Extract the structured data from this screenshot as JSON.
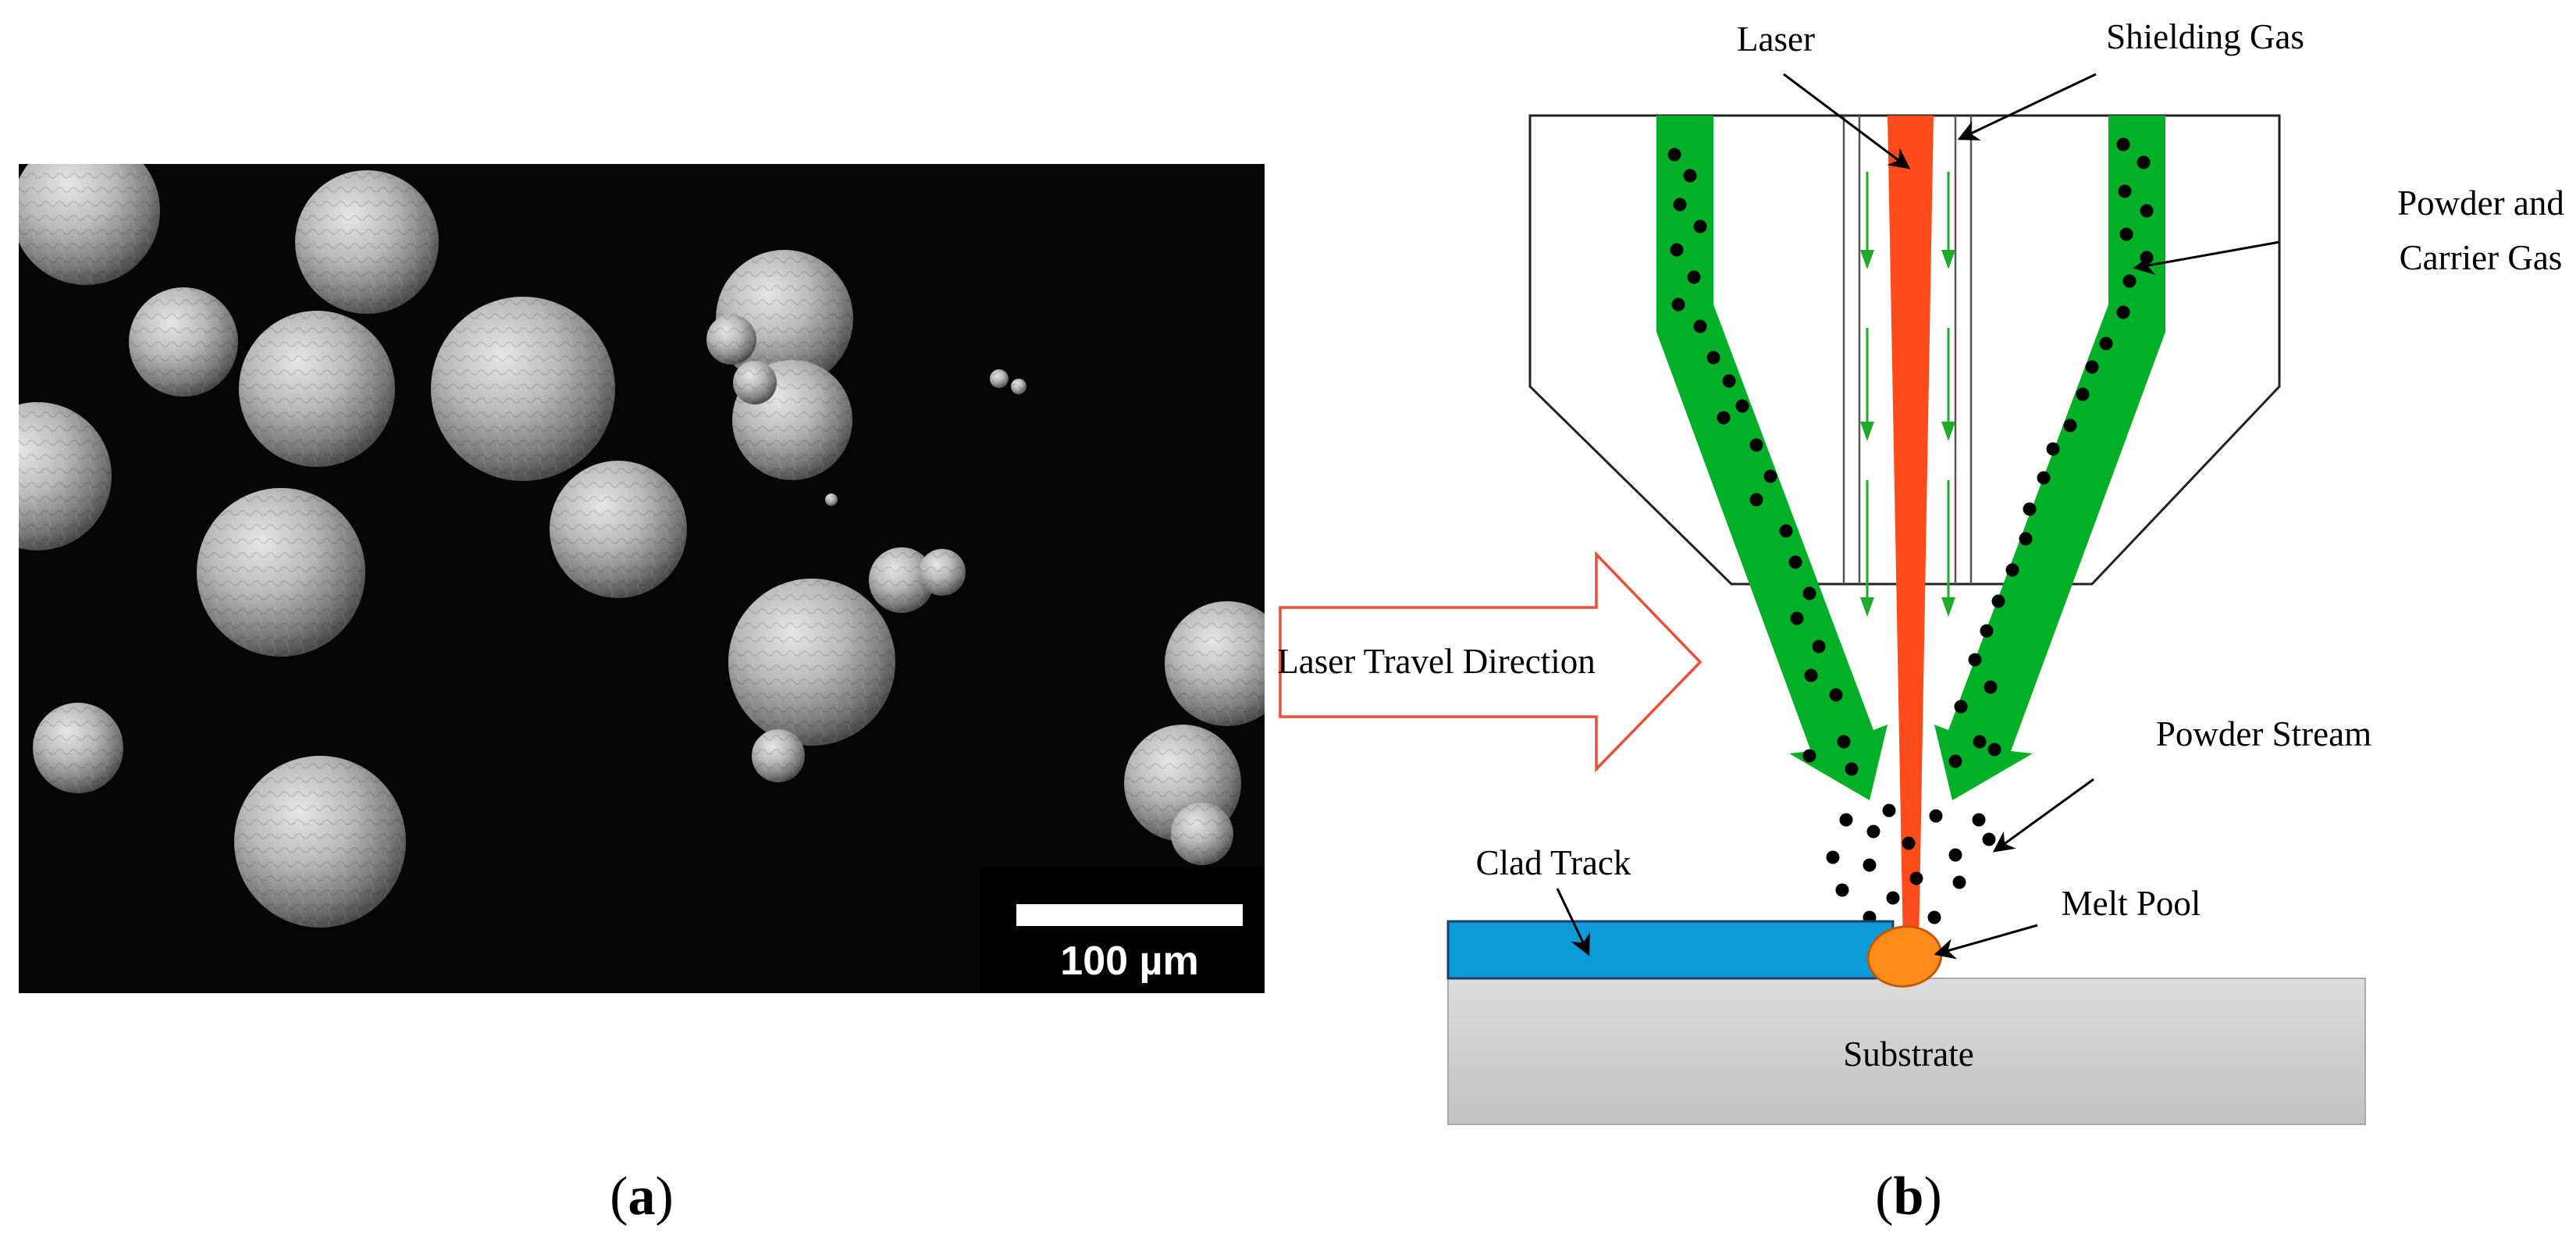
{
  "panel_a": {
    "caption_prefix": "(",
    "caption_letter": "a",
    "caption_suffix": ")",
    "scale_bar_label": "100 µm"
  },
  "panel_b": {
    "caption_prefix": "(",
    "caption_letter": "b",
    "caption_suffix": ")",
    "labels": {
      "laser": "Laser",
      "shielding_gas": "Shielding Gas",
      "powder_carrier_line1": "Powder and",
      "powder_carrier_line2": "Carrier Gas",
      "laser_travel_direction": "Laser Travel Direction",
      "powder_stream": "Powder Stream",
      "clad_track": "Clad Track",
      "melt_pool": "Melt Pool",
      "substrate": "Substrate"
    }
  },
  "colors": {
    "powder_green": "#00b026",
    "laser_orange": "#ff4a1a",
    "melt_pool_orange": "#ff8c1a",
    "clad_blue": "#0a9bd8",
    "substrate_gray": "#d0d0d0",
    "arrow_red": "#e8503a"
  }
}
